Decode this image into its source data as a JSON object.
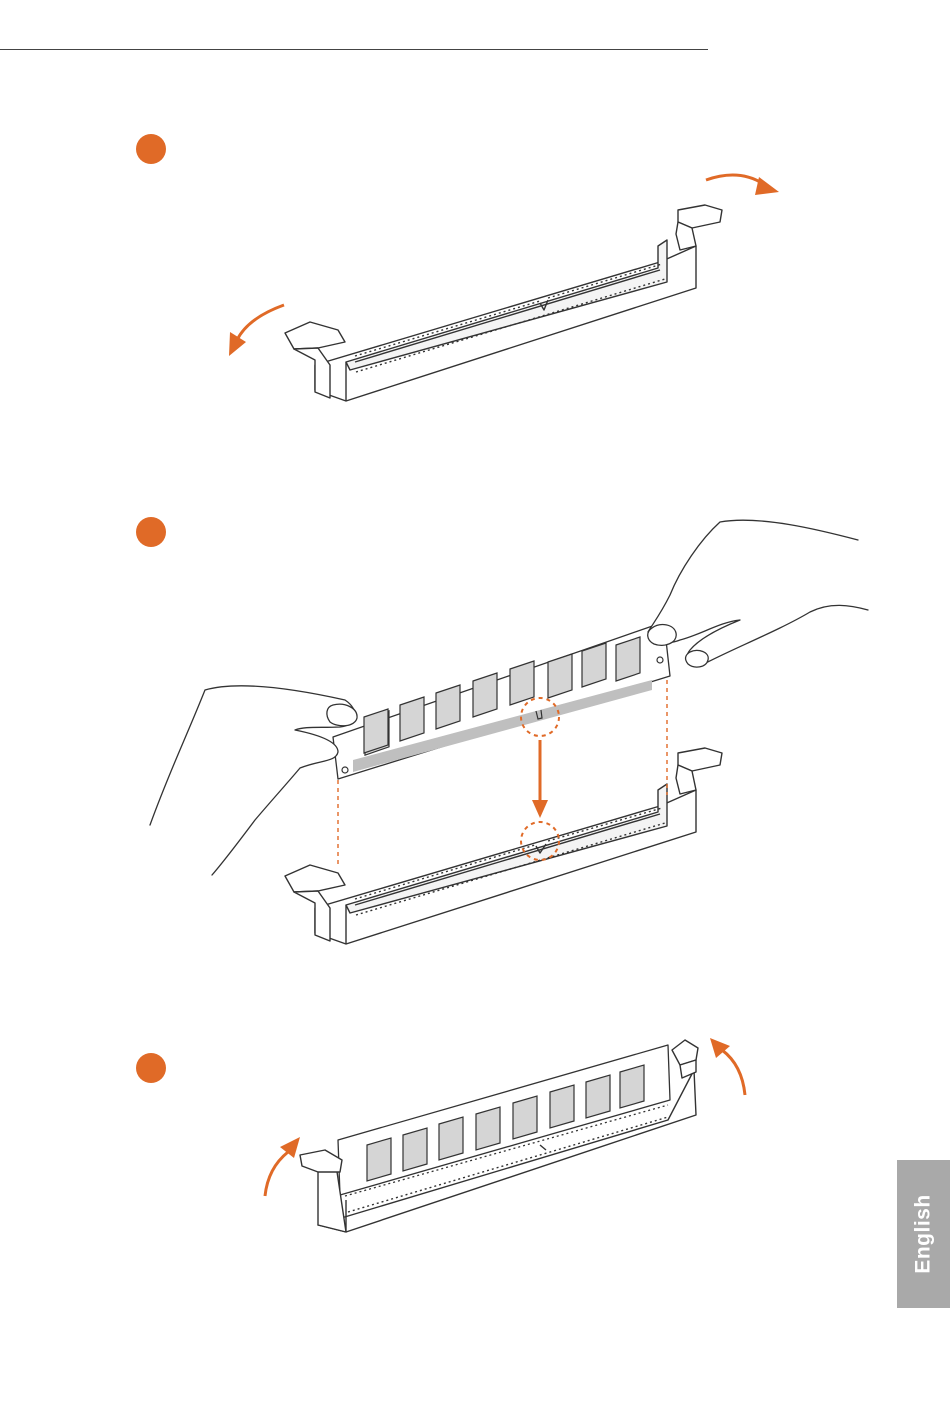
{
  "page": {
    "language_tab": "English"
  },
  "colors": {
    "accent": "#e06a27",
    "tab_gray": "#a9a9a9",
    "outline": "#333333",
    "rule": "#444444"
  },
  "steps": [
    {
      "icon": "orange-step-dot",
      "illustration": "dimm-slot-clips-open"
    },
    {
      "icon": "orange-step-dot",
      "illustration": "align-and-insert-dimm"
    },
    {
      "icon": "orange-step-dot",
      "illustration": "dimm-installed-clips-closed"
    }
  ]
}
